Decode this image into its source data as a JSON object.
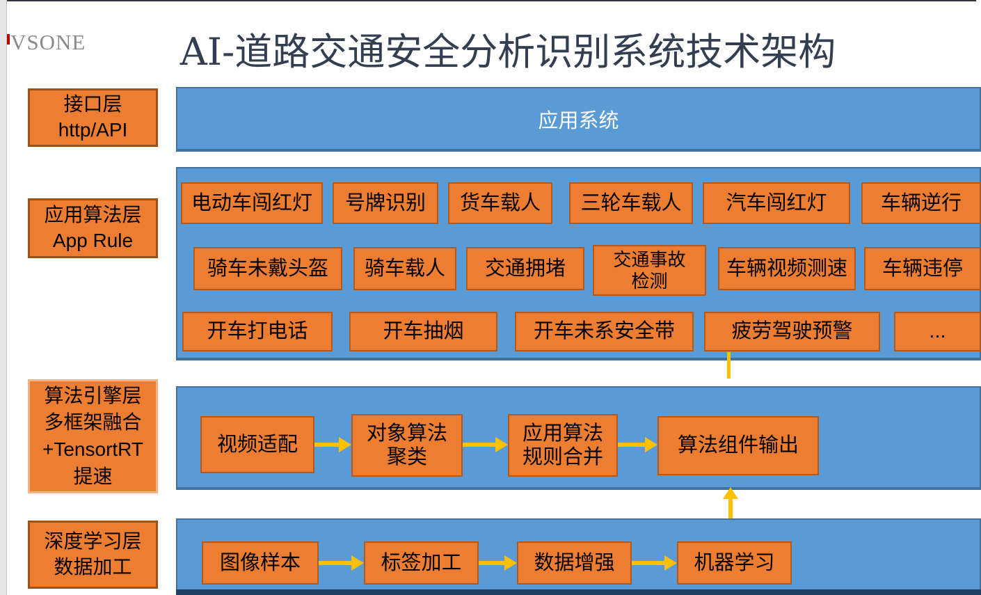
{
  "window": {
    "logo_text": "VSONE"
  },
  "title": "AI-道路交通安全分析识别系统技术架构",
  "layers": {
    "interface": "接口层\nhttp/API",
    "app_rule": "应用算法层\nApp Rule",
    "engine": "算法引擎层\n多框架融合\n+TensortRT\n提速",
    "deep_learning": "深度学习层\n数据加工"
  },
  "app_system": "应用系统",
  "algorithms": {
    "row1": [
      "电动车闯红灯",
      "号牌识别",
      "货车载人",
      "三轮车载人",
      "汽车闯红灯",
      "车辆逆行"
    ],
    "row2": [
      "骑车未戴头盔",
      "骑车载人",
      "交通拥堵",
      "交通事故\n检测",
      "车辆视频测速",
      "车辆违停"
    ],
    "row3": [
      "开车打电话",
      "开车抽烟",
      "开车未系安全带",
      "疲劳驾驶预警",
      "..."
    ]
  },
  "engine_flow": [
    "视频适配",
    "对象算法\n聚类",
    "应用算法\n规则合并",
    "算法组件输出"
  ],
  "data_flow": [
    "图像样本",
    "标签加工",
    "数据增强",
    "机器学习"
  ],
  "colors": {
    "orange": "#ED7D31",
    "orange_border": "#AE5A21",
    "blue": "#5B9BD5",
    "blue_border": "#41719C",
    "arrow_yellow": "#FFC000",
    "title_text": "#333F50"
  }
}
